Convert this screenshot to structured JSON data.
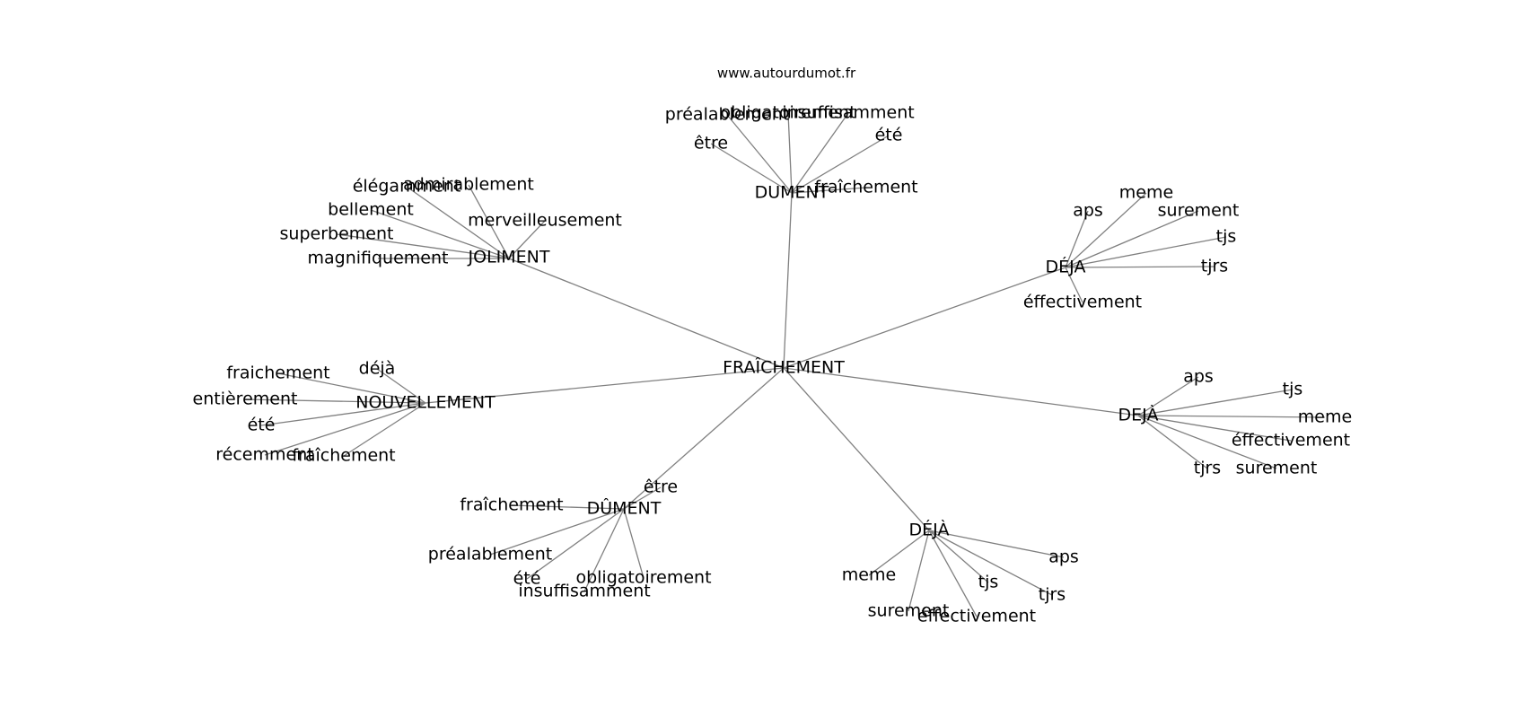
{
  "site": "www.autourdumot.fr",
  "root": "FRAÎCHEMENT",
  "hubs": [
    {
      "id": "dument",
      "label": "DUMENT",
      "words": [
        "être",
        "préalablement",
        "obligatoirement",
        "insuffisamment",
        "été",
        "fraîchement"
      ]
    },
    {
      "id": "joliment",
      "label": "JOLIMENT",
      "words": [
        "élégamment",
        "admirablement",
        "bellement",
        "merveilleusement",
        "superbement",
        "magnifiquement"
      ]
    },
    {
      "id": "deja-1",
      "label": "DÉJA",
      "words": [
        "aps",
        "meme",
        "surement",
        "tjs",
        "tjrs",
        "éffectivement"
      ]
    },
    {
      "id": "nouvellement",
      "label": "NOUVELLEMENT",
      "words": [
        "fraichement",
        "déjà",
        "entièrement",
        "été",
        "récemment",
        "fraîchement"
      ]
    },
    {
      "id": "deja-2",
      "label": "DEJÀ",
      "words": [
        "aps",
        "tjs",
        "meme",
        "éffectivement",
        "tjrs",
        "surement"
      ]
    },
    {
      "id": "dument-2",
      "label": "DÛMENT",
      "words": [
        "être",
        "fraîchement",
        "préalablement",
        "été",
        "obligatoirement",
        "insuffisamment"
      ]
    },
    {
      "id": "deja-3",
      "label": "DÉJÀ",
      "words": [
        "aps",
        "meme",
        "tjs",
        "tjrs",
        "surement",
        "éffectivement"
      ]
    }
  ]
}
